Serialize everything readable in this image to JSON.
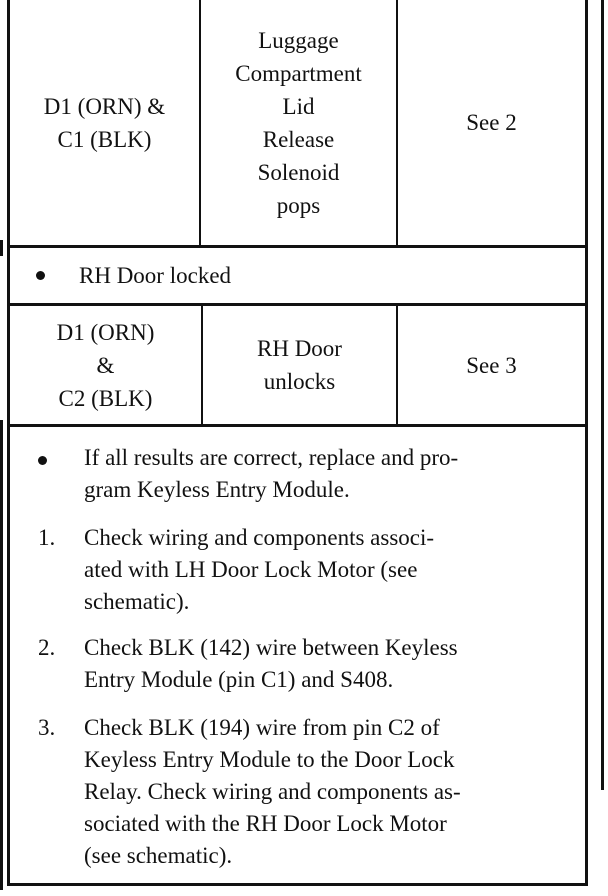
{
  "row1": {
    "col1": [
      "D1 (ORN) &",
      "C1 (BLK)"
    ],
    "col2": [
      "Luggage",
      "Compartment",
      "Lid",
      "Release",
      "Solenoid",
      "pops"
    ],
    "col3": [
      "See 2"
    ]
  },
  "row2": {
    "text": "RH Door locked"
  },
  "row3": {
    "col1": [
      "D1 (ORN)",
      "&",
      "C2 (BLK)"
    ],
    "col2": [
      "RH Door",
      "unlocks"
    ],
    "col3": [
      "See 3"
    ]
  },
  "notes": [
    {
      "mark": "",
      "lines": [
        "If all results are correct, replace and pro-",
        "gram Keyless Entry Module."
      ]
    },
    {
      "mark": "1.",
      "lines": [
        "Check wiring and components associ-",
        "ated with LH Door Lock Motor (see",
        "schematic)."
      ]
    },
    {
      "mark": "2.",
      "lines": [
        "Check BLK (142) wire between Keyless",
        "Entry Module (pin C1) and S408."
      ]
    },
    {
      "mark": "3.",
      "lines": [
        "Check BLK (194) wire from pin C2 of",
        "Keyless Entry Module to the Door Lock",
        "Relay. Check wiring and components as-",
        "sociated with the RH Door Lock Motor",
        "(see schematic)."
      ]
    }
  ]
}
